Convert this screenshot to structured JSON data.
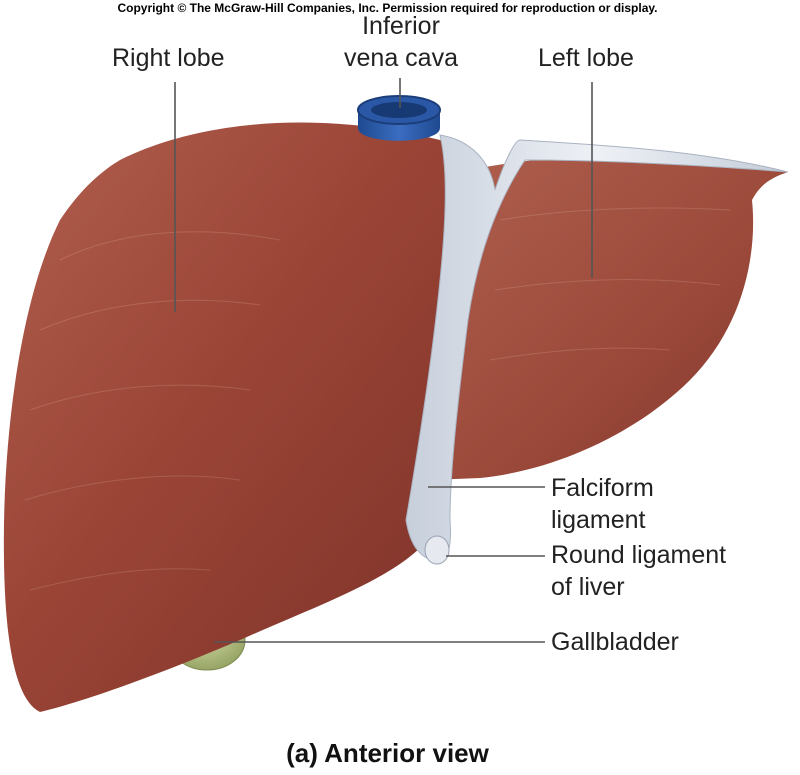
{
  "copyright": "Copyright © The McGraw-Hill Companies, Inc. Permission required for reproduction or display.",
  "labels": {
    "right_lobe": "Right lobe",
    "ivc_line1": "Inferior",
    "ivc_line2": "vena cava",
    "left_lobe": "Left lobe",
    "falciform_line1": "Falciform",
    "falciform_line2": "ligament",
    "round_line1": "Round ligament",
    "round_line2": "of liver",
    "gallbladder": "Gallbladder"
  },
  "caption": "(a) Anterior view",
  "colors": {
    "liver": "#9a4436",
    "liver_highlight": "#b5604f",
    "liver_shadow": "#6e2a22",
    "ligament": "#dfe4ec",
    "vena_cava": "#2f5fae",
    "gallbladder": "#b9c48a"
  }
}
